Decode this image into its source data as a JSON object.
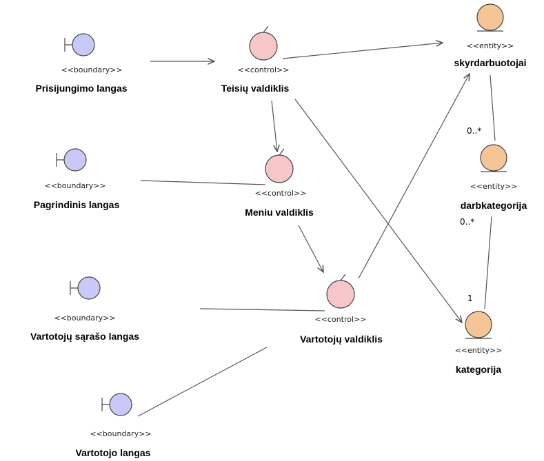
{
  "colors": {
    "boundary": "#c9c9f7",
    "control": "#f7c6c8",
    "entity": "#f6c595",
    "outline": "#444444",
    "line": "#555555"
  },
  "nodes": [
    {
      "id": "prisijungimo",
      "kind": "boundary",
      "icon": "boundary-icon",
      "stereotype": "<<boundary>>",
      "name": "Prisijungimo langas"
    },
    {
      "id": "teisiu",
      "kind": "control",
      "icon": "control-icon",
      "stereotype": "<<control>>",
      "name": "Teisių valdiklis"
    },
    {
      "id": "skyrdarbuotojai",
      "kind": "entity",
      "icon": "entity-icon",
      "stereotype": "<<entity>>",
      "name": "skyrdarbuotojai"
    },
    {
      "id": "pagrindinis",
      "kind": "boundary",
      "icon": "boundary-icon",
      "stereotype": "<<boundary>>",
      "name": "Pagrindinis langas"
    },
    {
      "id": "meniu",
      "kind": "control",
      "icon": "control-icon",
      "stereotype": "<<control>>",
      "name": "Meniu valdiklis"
    },
    {
      "id": "darbkategorija",
      "kind": "entity",
      "icon": "entity-icon",
      "stereotype": "<<entity>>",
      "name": "darbkategorija"
    },
    {
      "id": "sarasas",
      "kind": "boundary",
      "icon": "boundary-icon",
      "stereotype": "<<boundary>>",
      "name": "Vartotojų sąrašo langas"
    },
    {
      "id": "vartotoju",
      "kind": "control",
      "icon": "control-icon",
      "stereotype": "<<control>>",
      "name": "Vartotojų valdiklis"
    },
    {
      "id": "kategorija",
      "kind": "entity",
      "icon": "entity-icon",
      "stereotype": "<<entity>>",
      "name": "kategorija"
    },
    {
      "id": "vartotojo",
      "kind": "boundary",
      "icon": "boundary-icon",
      "stereotype": "<<boundary>>",
      "name": "Vartotojo langas"
    }
  ],
  "multiplicities": [
    "0..*",
    "0..*",
    "1"
  ]
}
